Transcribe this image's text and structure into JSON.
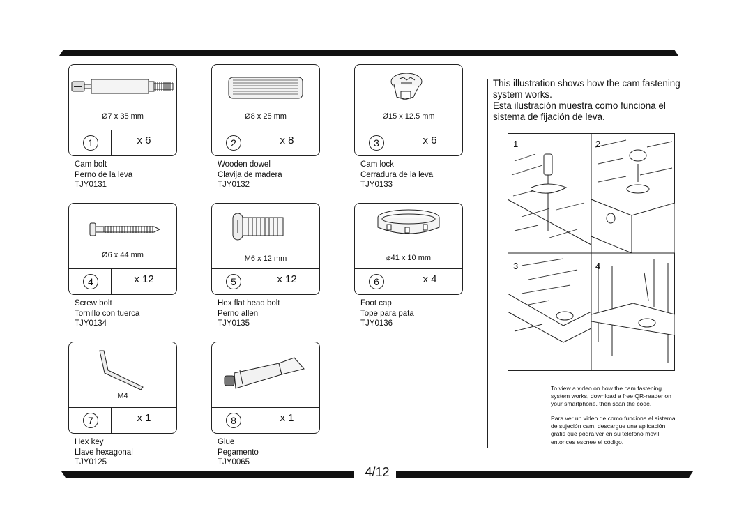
{
  "parts": [
    {
      "dim": "Ø7 x 35 mm",
      "number": "1",
      "qty": "x 6",
      "name_en": "Cam bolt",
      "name_es": "Perno de la leva",
      "code": "TJY0131",
      "icon": "cam-bolt-icon"
    },
    {
      "dim": "Ø8 x 25 mm",
      "number": "2",
      "qty": "x 8",
      "name_en": "Wooden dowel",
      "name_es": "Clavija de madera",
      "code": "TJY0132",
      "icon": "wooden-dowel-icon"
    },
    {
      "dim": "Ø15 x 12.5 mm",
      "number": "3",
      "qty": "x 6",
      "name_en": "Cam lock",
      "name_es": "Cerradura de la leva",
      "code": "TJY0133",
      "icon": "cam-lock-icon"
    },
    {
      "dim": "Ø6 x 44 mm",
      "number": "4",
      "qty": "x 12",
      "name_en": "Screw bolt",
      "name_es": "Tornillo con tuerca",
      "code": "TJY0134",
      "icon": "screw-bolt-icon"
    },
    {
      "dim": "M6 x 12 mm",
      "number": "5",
      "qty": "x 12",
      "name_en": "Hex flat head bolt",
      "name_es": "Perno allen",
      "code": "TJY0135",
      "icon": "hex-bolt-icon"
    },
    {
      "dim": "⌀41 x 10 mm",
      "number": "6",
      "qty": "x 4",
      "name_en": "Foot cap",
      "name_es": "Tope para pata",
      "code": "TJY0136",
      "icon": "foot-cap-icon"
    },
    {
      "dim": "M4",
      "number": "7",
      "qty": "x 1",
      "name_en": "Hex key",
      "name_es": "Llave hexagonal",
      "code": "TJY0125",
      "icon": "hex-key-icon"
    },
    {
      "dim": "",
      "number": "8",
      "qty": "x 1",
      "name_en": "Glue",
      "name_es": "Pegamento",
      "code": "TJY0065",
      "icon": "glue-icon"
    }
  ],
  "description": {
    "en_line1": "This illustration shows how the cam fastening",
    "en_line2": "system works.",
    "es_line1": "Esta ilustración muestra como funciona el",
    "es_line2": "sistema de fijación de leva."
  },
  "diagram_steps": [
    "1",
    "2",
    "3",
    "4"
  ],
  "qr_note": {
    "en": [
      "To view a video on how the cam fastening",
      "system works, download a free QR-reader on",
      "your smartphone, then scan the code."
    ],
    "es": [
      "Para ver un video de como funciona el sistema",
      "de sujeción cam, descargue una aplicación",
      "gratis que podra ver en su teléfono movil,",
      "entonces escnee  el código."
    ]
  },
  "page_number": "4/12"
}
